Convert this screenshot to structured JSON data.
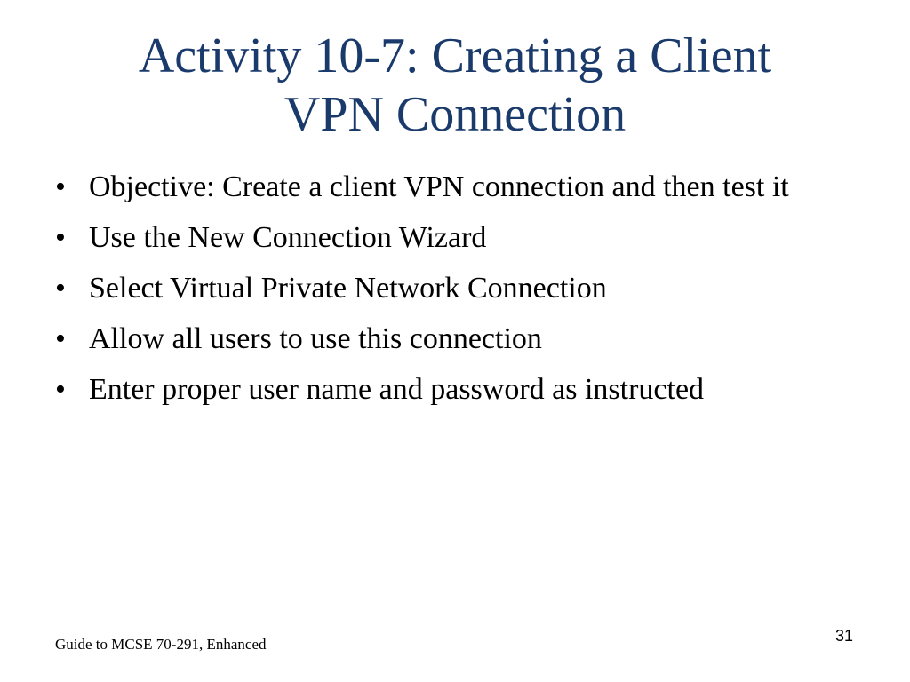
{
  "title": {
    "line1": "Activity 10-7: Creating a Client",
    "line2": "VPN Connection"
  },
  "bullets": [
    "Objective: Create a client VPN connection and then test it",
    "Use the New Connection Wizard",
    "Select Virtual Private Network Connection",
    "Allow all users to use this connection",
    "Enter proper user name and password as instructed"
  ],
  "bullet_glyph": "•",
  "footer": "Guide to MCSE 70-291, Enhanced",
  "page_number": "31",
  "colors": {
    "title": "#1a3a6b",
    "body": "#000000",
    "background": "#ffffff"
  }
}
